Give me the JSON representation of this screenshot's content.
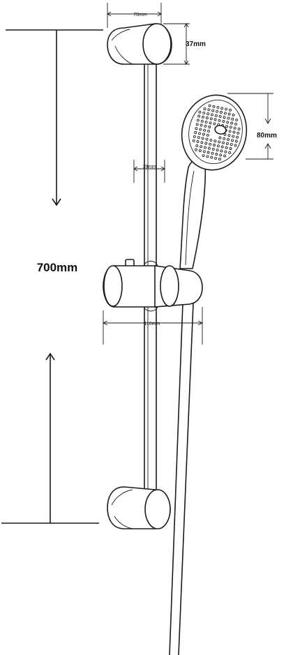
{
  "dimensions": {
    "rail_length": "700mm",
    "bracket_width": "70mm",
    "bracket_height": "37mm",
    "head_diameter": "80mm",
    "rail_diameter": "19mm",
    "slider_width": "110mm"
  }
}
